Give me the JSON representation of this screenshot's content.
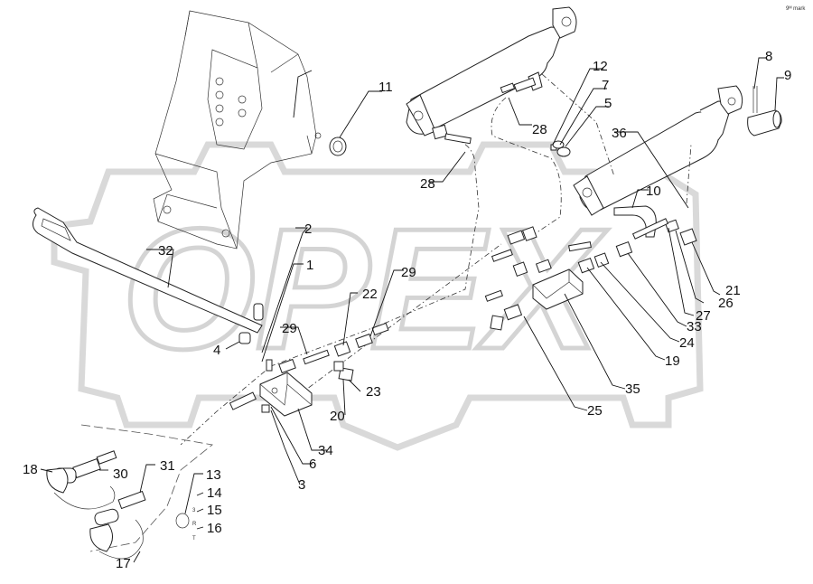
{
  "watermark": {
    "text": "OPEX"
  },
  "corner_mark": "9ᴹ mark",
  "parts": [
    {
      "id": "p1",
      "label": "1"
    },
    {
      "id": "p2",
      "label": "2"
    },
    {
      "id": "p3",
      "label": "3"
    },
    {
      "id": "p4",
      "label": "4"
    },
    {
      "id": "p5",
      "label": "5"
    },
    {
      "id": "p6",
      "label": "6"
    },
    {
      "id": "p7",
      "label": "7"
    },
    {
      "id": "p8",
      "label": "8"
    },
    {
      "id": "p9",
      "label": "9"
    },
    {
      "id": "p10",
      "label": "10"
    },
    {
      "id": "p11",
      "label": "11"
    },
    {
      "id": "p12",
      "label": "12"
    },
    {
      "id": "p13",
      "label": "13"
    },
    {
      "id": "p14",
      "label": "14"
    },
    {
      "id": "p15",
      "label": "15"
    },
    {
      "id": "p16",
      "label": "16"
    },
    {
      "id": "p17",
      "label": "17"
    },
    {
      "id": "p18",
      "label": "18"
    },
    {
      "id": "p19",
      "label": "19"
    },
    {
      "id": "p20",
      "label": "20"
    },
    {
      "id": "p21",
      "label": "21"
    },
    {
      "id": "p22",
      "label": "22"
    },
    {
      "id": "p23",
      "label": "23"
    },
    {
      "id": "p24",
      "label": "24"
    },
    {
      "id": "p25",
      "label": "25"
    },
    {
      "id": "p26",
      "label": "26"
    },
    {
      "id": "p27",
      "label": "27"
    },
    {
      "id": "p28a",
      "label": "28"
    },
    {
      "id": "p28b",
      "label": "28"
    },
    {
      "id": "p29a",
      "label": "29"
    },
    {
      "id": "p29b",
      "label": "29"
    },
    {
      "id": "p30",
      "label": "30"
    },
    {
      "id": "p31",
      "label": "31"
    },
    {
      "id": "p32",
      "label": "32"
    },
    {
      "id": "p33",
      "label": "33"
    },
    {
      "id": "p34",
      "label": "34"
    },
    {
      "id": "p35",
      "label": "35"
    },
    {
      "id": "p36",
      "label": "36"
    }
  ],
  "small_marks": {
    "m14": "3",
    "m15": "R",
    "m16": "T"
  }
}
